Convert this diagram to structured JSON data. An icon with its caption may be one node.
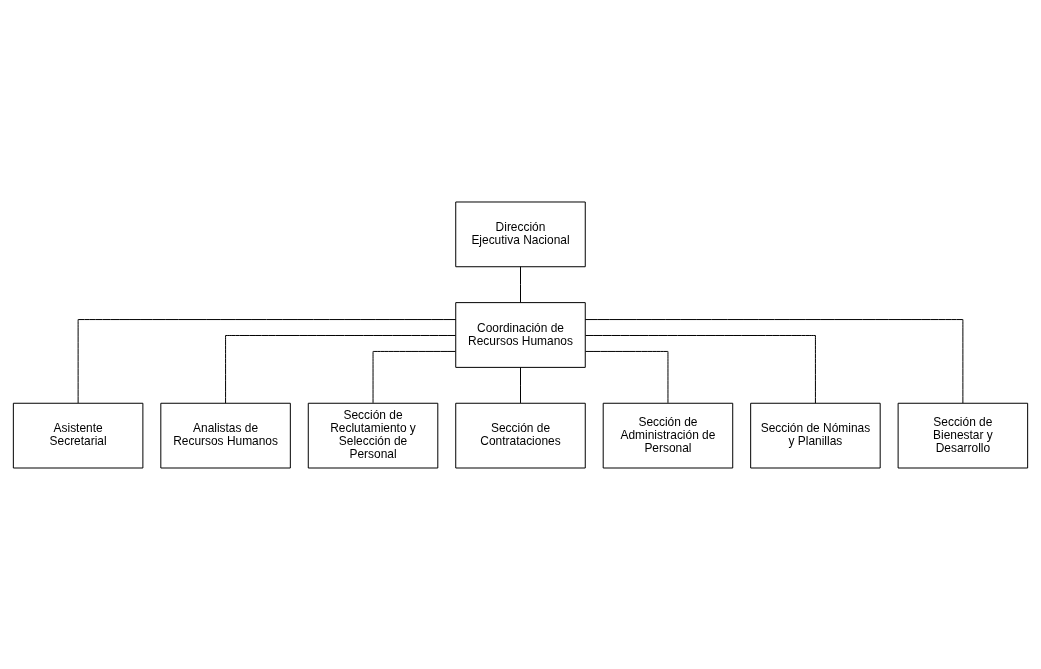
{
  "diagram": {
    "nodes": [
      {
        "text": [
          "Dirección Ejecutiva Nacional"
        ]
      },
      {
        "text": [
          "Coordinación de Recursos Humanos"
        ]
      },
      {
        "text": [
          "Asistente Secretarial"
        ]
      },
      {
        "text": [
          "Analistas de Recursos Humanos"
        ]
      },
      {
        "text": [
          "Sección de Reclutamiento y Selección de Personal"
        ]
      },
      {
        "text": [
          "Sección de Contrataciones"
        ]
      },
      {
        "text": [
          "Sección de Administración de Personal"
        ]
      },
      {
        "text": [
          "Sección de Nóminas y Planillas"
        ]
      },
      {
        "text": [
          "Sección de Bienestar y Desarrollo"
        ]
      }
    ],
    "edges": [
      {
        "from": 0,
        "to": 1,
        "arrow": "none"
      },
      {
        "from": 1,
        "to": 2,
        "arrow": "none"
      },
      {
        "from": 1,
        "to": 3,
        "arrow": "none"
      },
      {
        "from": 1,
        "to": 4,
        "arrow": "none"
      },
      {
        "from": 1,
        "to": 5,
        "arrow": "none"
      },
      {
        "from": 1,
        "to": 6,
        "arrow": "none"
      },
      {
        "from": 1,
        "to": 7,
        "arrow": "none"
      },
      {
        "from": 1,
        "to": 8,
        "arrow": "none"
      }
    ]
  }
}
